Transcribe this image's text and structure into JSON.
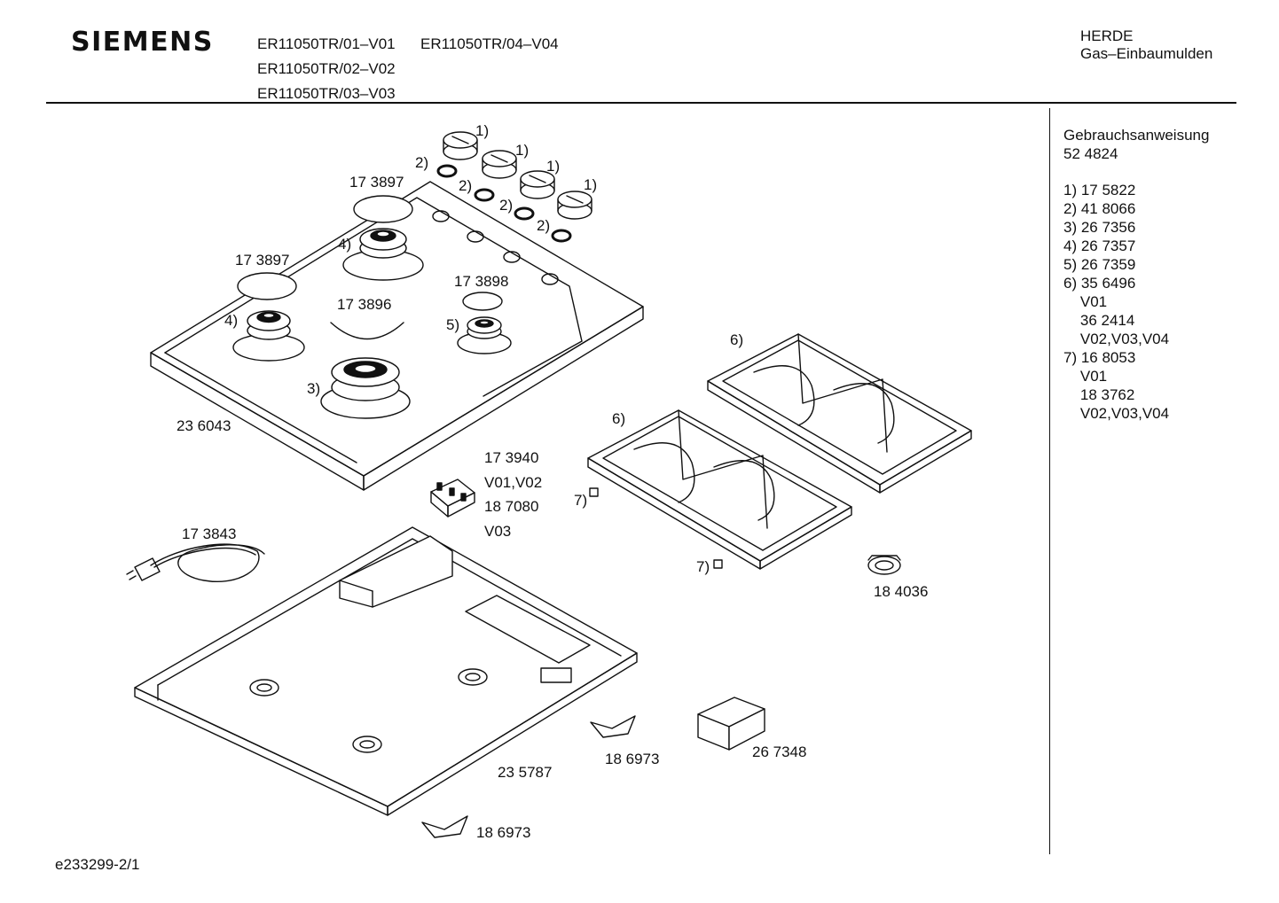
{
  "header": {
    "brand": "SIEMENS",
    "models": [
      "ER11050TR/01–V01",
      "ER11050TR/04–V04",
      "ER11050TR/02–V02",
      "ER11050TR/03–V03"
    ],
    "category_line1": "HERDE",
    "category_line2": "Gas–Einbaumulden"
  },
  "legend": {
    "title": "Gebrauchsanweisung",
    "title_number": "52 4824",
    "rows": [
      "1) 17 5822",
      "2) 41 8066",
      "3) 26 7356",
      "4) 26 7357",
      "5) 26 7359",
      "6) 35 6496",
      "    V01",
      "    36 2414",
      "    V02,V03,V04",
      "7) 16 8053",
      "    V01",
      "    18 3762",
      "    V02,V03,V04"
    ]
  },
  "labels": {
    "knob_1a": "1)",
    "knob_1b": "1)",
    "knob_1c": "1)",
    "knob_1d": "1)",
    "ring_2a": "2)",
    "ring_2b": "2)",
    "ring_2c": "2)",
    "ring_2d": "2)",
    "cap_rear_left": "17 3897",
    "cap_left": "17 3897",
    "cap_mid": "17 3896",
    "cap_right": "17 3898",
    "burner_4a": "4)",
    "burner_4b": "4)",
    "burner_5": "5)",
    "burner_3": "3)",
    "hob_top": "23 6043",
    "ignition_1": "17 3940",
    "ignition_2": "V01,V02",
    "ignition_3": "18 7080",
    "ignition_4": "V03",
    "cable": "17 3843",
    "grate_6a": "6)",
    "grate_6b": "6)",
    "foot_7a": "7)",
    "foot_7b": "7)",
    "pan_support": "18 4036",
    "tray": "23 5787",
    "clip_upper": "18 6973",
    "clip_lower": "18 6973",
    "junction_box": "26 7348"
  },
  "footer": {
    "doc_id": "e233299-2/1"
  }
}
